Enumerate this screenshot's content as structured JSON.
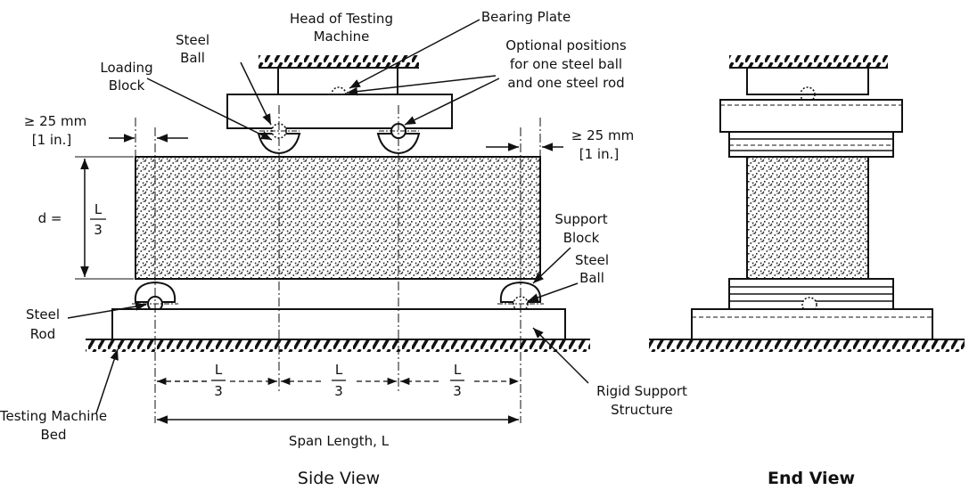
{
  "labels": {
    "head_line1": "Head of Testing",
    "head_line2": "Machine",
    "bearing_plate": "Bearing Plate",
    "steel_ball_top_1": "Steel",
    "steel_ball_top_2": "Ball",
    "optional_1": "Optional positions",
    "optional_2": "for one steel ball",
    "optional_3": "and one steel rod",
    "loading_block_1": "Loading",
    "loading_block_2": "Block",
    "dim_left_1": "≥ 25 mm",
    "dim_left_2": "[1 in.]",
    "dim_right_1": "≥ 25 mm",
    "dim_right_2": "[1 in.]",
    "depth_prefix": "d =",
    "frac_num": "L",
    "frac_den": "3",
    "support_block_1": "Support",
    "support_block_2": "Block",
    "steel_ball_bot_1": "Steel",
    "steel_ball_bot_2": "Ball",
    "steel_rod_1": "Steel",
    "steel_rod_2": "Rod",
    "machine_bed_1": "Testing Machine",
    "machine_bed_2": "Bed",
    "rigid_support_1": "Rigid Support",
    "rigid_support_2": "Structure",
    "span_length": "Span Length, L",
    "side_view": "Side View",
    "end_view": "End View"
  }
}
